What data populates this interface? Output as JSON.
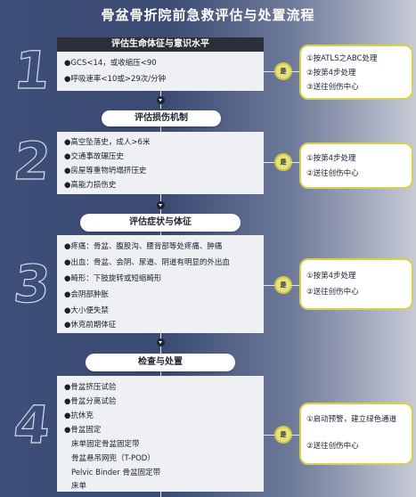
{
  "title": "骨盆骨折院前急救评估与处置流程",
  "steps": [
    {
      "number": "1",
      "header": "评估生命体征与意识水平",
      "items": [
        "●GCS<14，或收缩压<90",
        "●呼吸速率<10或>29次/分钟"
      ],
      "connector": "是",
      "outcomes": [
        "①按ATLS之ABC处理",
        "②按第4步处理",
        "③送往创伤中心"
      ]
    },
    {
      "number": "2",
      "header": "评估损伤机制",
      "items": [
        "●高空坠落史，成人>6米",
        "●交通事故碾压史",
        "●房屋等重物坍塌挤压史",
        "●高能力损伤史"
      ],
      "connector": "是",
      "outcomes": [
        "①按第4步处理",
        "②送往创伤中心"
      ]
    },
    {
      "number": "3",
      "header": "评估症状与体征",
      "items": [
        "●疼痛：骨盆、腹股沟、腰背部等处疼痛、肿痛",
        "●出血：骨盆、会阴、尿道、阴道有明显的外出血",
        "●畸形：下肢旋转或短缩畸形",
        "●会阴部肿胀",
        "●大小便失禁",
        "●休克前期体征"
      ],
      "connector": "是",
      "outcomes": [
        "①按第4步处理",
        "②送往创伤中心"
      ]
    },
    {
      "number": "4",
      "header": "检查与处置",
      "items": [
        "●骨盆挤压试验",
        "●骨盆分离试验",
        "●抗休克",
        "●骨盆固定"
      ],
      "subitems": [
        "床单固定骨盆固定带",
        "骨盆悬吊网兜（T-POD）",
        "Pelvic Binder 骨盆固定带",
        "床单"
      ],
      "connector": "是",
      "outcomes": [
        "①启动预警，建立绿色通道",
        "②送往创伤中心"
      ]
    }
  ]
}
